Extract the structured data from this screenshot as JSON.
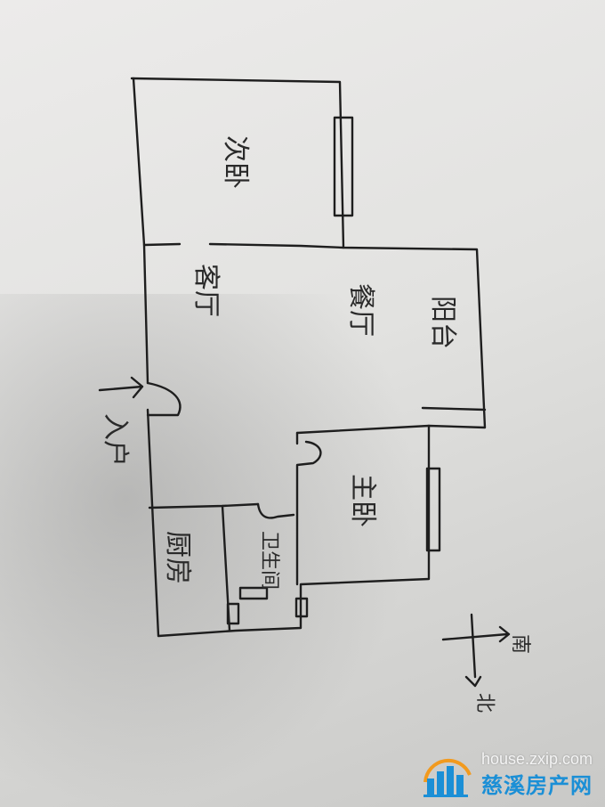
{
  "rooms": {
    "second_bedroom": "次卧",
    "living_room": "客厅",
    "dining_room": "餐厅",
    "balcony": "阳台",
    "master_bedroom": "主卧",
    "kitchen": "厨房",
    "bathroom": "卫生间"
  },
  "entrance": "入户",
  "compass": {
    "south": "南",
    "north": "北"
  },
  "watermark": {
    "domain": "house.zxip.com",
    "name": "慈溪房产网",
    "logo": "building-logo-icon"
  },
  "colors": {
    "ink": "#1e1e1e",
    "brand": "#1b8fd6",
    "logo_orange": "#f29a1e"
  }
}
